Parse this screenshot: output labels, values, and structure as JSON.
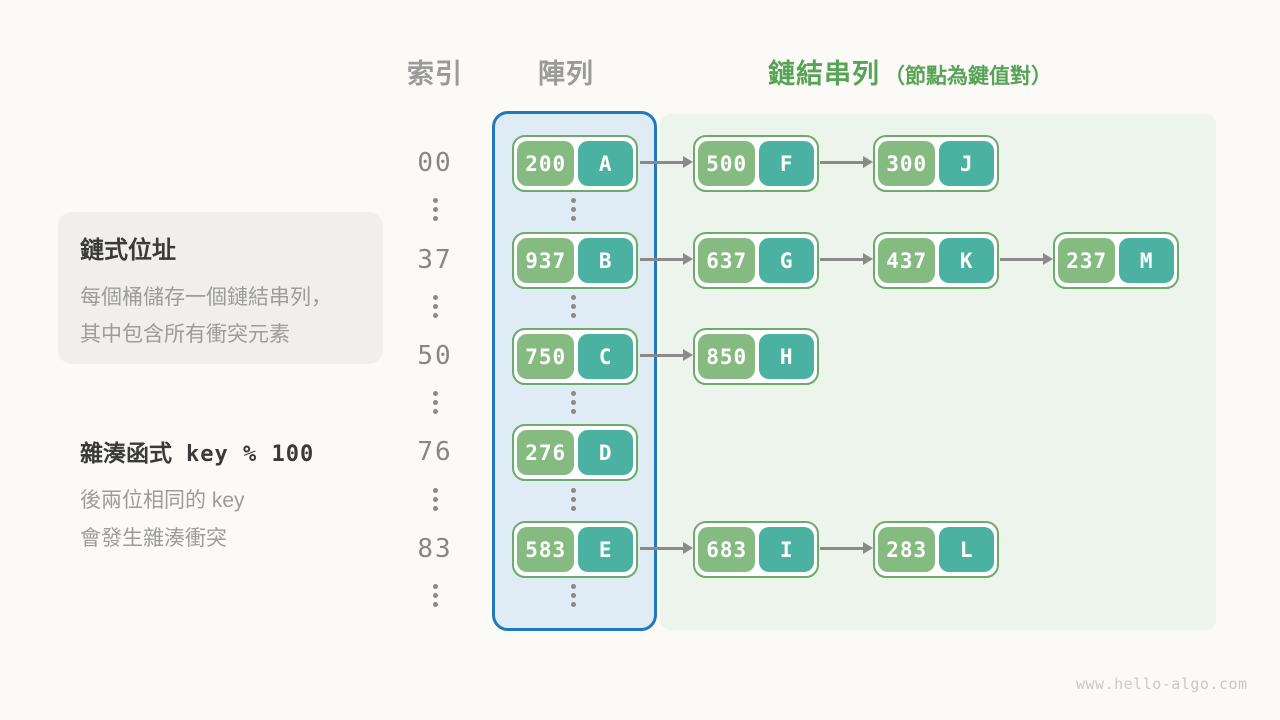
{
  "header": {
    "index": "索引",
    "array": "陣列",
    "list": "鏈結串列",
    "list_note": "（節點為鍵值對）"
  },
  "note_box": {
    "title": "鏈式位址",
    "line1": "每個桶儲存一個鏈結串列，",
    "line2": "其中包含所有衝突元素"
  },
  "hash_note": {
    "title": "雜湊函式",
    "code": "key % 100",
    "line1": "後兩位相同的 key",
    "line2": "會發生雜湊衝突"
  },
  "buckets": [
    {
      "index": "00",
      "entries": [
        {
          "key": "200",
          "value": "A"
        },
        {
          "key": "500",
          "value": "F"
        },
        {
          "key": "300",
          "value": "J"
        }
      ]
    },
    {
      "index": "37",
      "entries": [
        {
          "key": "937",
          "value": "B"
        },
        {
          "key": "637",
          "value": "G"
        },
        {
          "key": "437",
          "value": "K"
        },
        {
          "key": "237",
          "value": "M"
        }
      ]
    },
    {
      "index": "50",
      "entries": [
        {
          "key": "750",
          "value": "C"
        },
        {
          "key": "850",
          "value": "H"
        }
      ]
    },
    {
      "index": "76",
      "entries": [
        {
          "key": "276",
          "value": "D"
        }
      ]
    },
    {
      "index": "83",
      "entries": [
        {
          "key": "583",
          "value": "E"
        },
        {
          "key": "683",
          "value": "I"
        },
        {
          "key": "283",
          "value": "L"
        }
      ]
    }
  ],
  "watermark": "www.hello-algo.com",
  "colors": {
    "key_green": "#85bb80",
    "value_teal": "#4bb1a1",
    "node_border": "#6cab69",
    "array_bg": "#dfecf6",
    "array_border": "#1e79bf",
    "list_bg": "#edf4ec",
    "accent_green": "#57a357",
    "text_gray": "#9c9c9c",
    "text_dark": "#3a3a3a",
    "arrow_gray": "#8a8a8a"
  }
}
